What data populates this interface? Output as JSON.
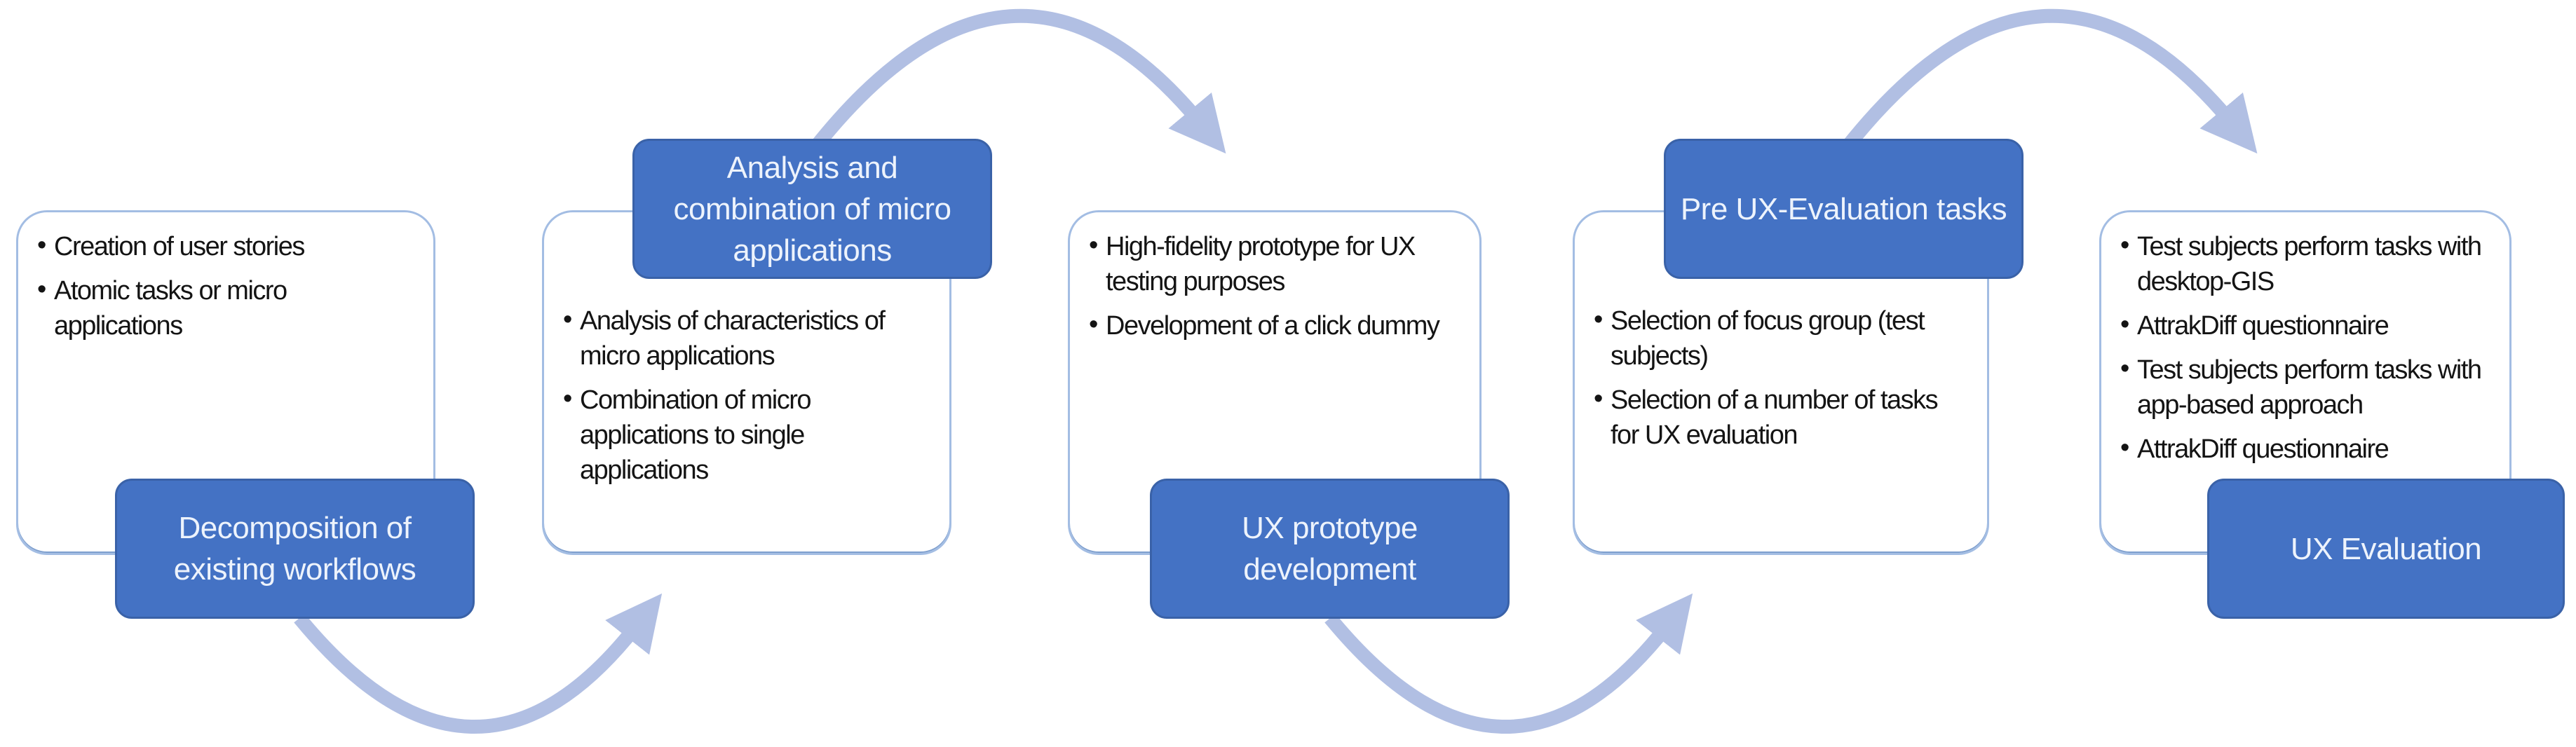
{
  "diagram": {
    "type": "process-flow",
    "stages": [
      {
        "label": "Decomposition of existing workflows",
        "label_position": "bottom",
        "bullets": [
          "Creation of user stories",
          "Atomic tasks or micro applications"
        ]
      },
      {
        "label": "Analysis and combination of micro applications",
        "label_position": "top",
        "bullets": [
          "Analysis of characteristics of micro applications",
          "Combination of micro applications to single applications"
        ]
      },
      {
        "label": "UX prototype development",
        "label_position": "bottom",
        "bullets": [
          "High-fidelity prototype for UX testing purposes",
          "Development of a click dummy"
        ]
      },
      {
        "label": "Pre UX-Evaluation tasks",
        "label_position": "top",
        "bullets": [
          "Selection of focus group (test subjects)",
          "Selection of a number of tasks for UX evaluation"
        ]
      },
      {
        "label": "UX Evaluation",
        "label_position": "bottom",
        "bullets": [
          "Test subjects perform tasks with desktop-GIS",
          "AttrakDiff questionnaire",
          "Test subjects perform tasks with app-based approach",
          "AttrakDiff questionnaire"
        ]
      }
    ],
    "arrows": [
      {
        "from_stage": 1,
        "to_stage": 2,
        "position": "below",
        "shape": "arc-curving-up-right"
      },
      {
        "from_stage": 2,
        "to_stage": 3,
        "position": "above",
        "shape": "arc-curving-down-right"
      },
      {
        "from_stage": 3,
        "to_stage": 4,
        "position": "below",
        "shape": "arc-curving-up-right"
      },
      {
        "from_stage": 4,
        "to_stage": 5,
        "position": "above",
        "shape": "arc-curving-down-right"
      }
    ],
    "colors": {
      "stage_label_fill": "#4472C4",
      "stage_label_border": "#3A62A8",
      "stage_label_text": "#EDF3FC",
      "card_border": "#A3BDE3",
      "bullet_text": "#141414",
      "arrow": "#B1BFE3",
      "background": "#FFFFFF"
    }
  }
}
